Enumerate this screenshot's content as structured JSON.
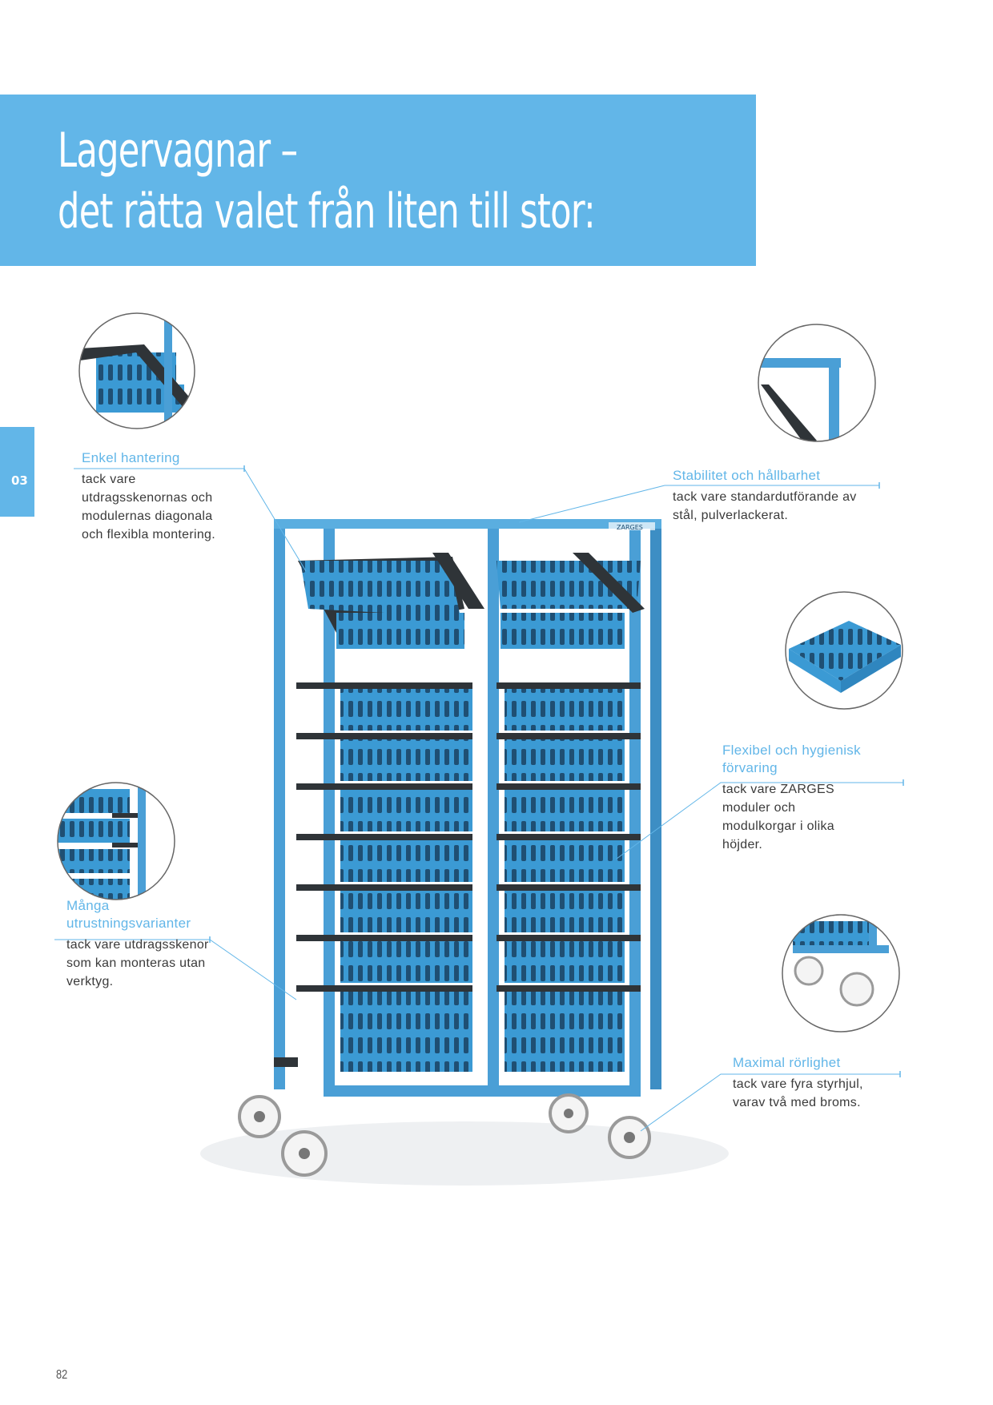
{
  "header": {
    "title_line1": "Lagervagnar –",
    "title_line2": "det rätta valet från liten till stor:"
  },
  "section_tab": "03",
  "brand_label": "ZARGES",
  "features": [
    {
      "title": "Enkel hantering",
      "text": "tack vare utdragsskenornas och modulernas diagonala och flexibla montering."
    },
    {
      "title": "Stabilitet och hållbarhet",
      "text": "tack vare standardutförande av stål, pulverlackerat."
    },
    {
      "title": "Flexibel och hygienisk förvaring",
      "text": "tack vare ZARGES moduler och modulkorgar i olika höjder."
    },
    {
      "title": "Många utrustningsvarianter",
      "text": "tack vare utdragsskenor som kan monteras utan verktyg."
    },
    {
      "title": "Maximal rörlighet",
      "text": "tack vare fyra styrhjul, varav två med broms."
    }
  ],
  "page_number": "82",
  "colors": {
    "accent": "#62b6e8",
    "frame": "#4a9fd6",
    "basket": "#3b9ad4",
    "rail": "#2f3438"
  }
}
